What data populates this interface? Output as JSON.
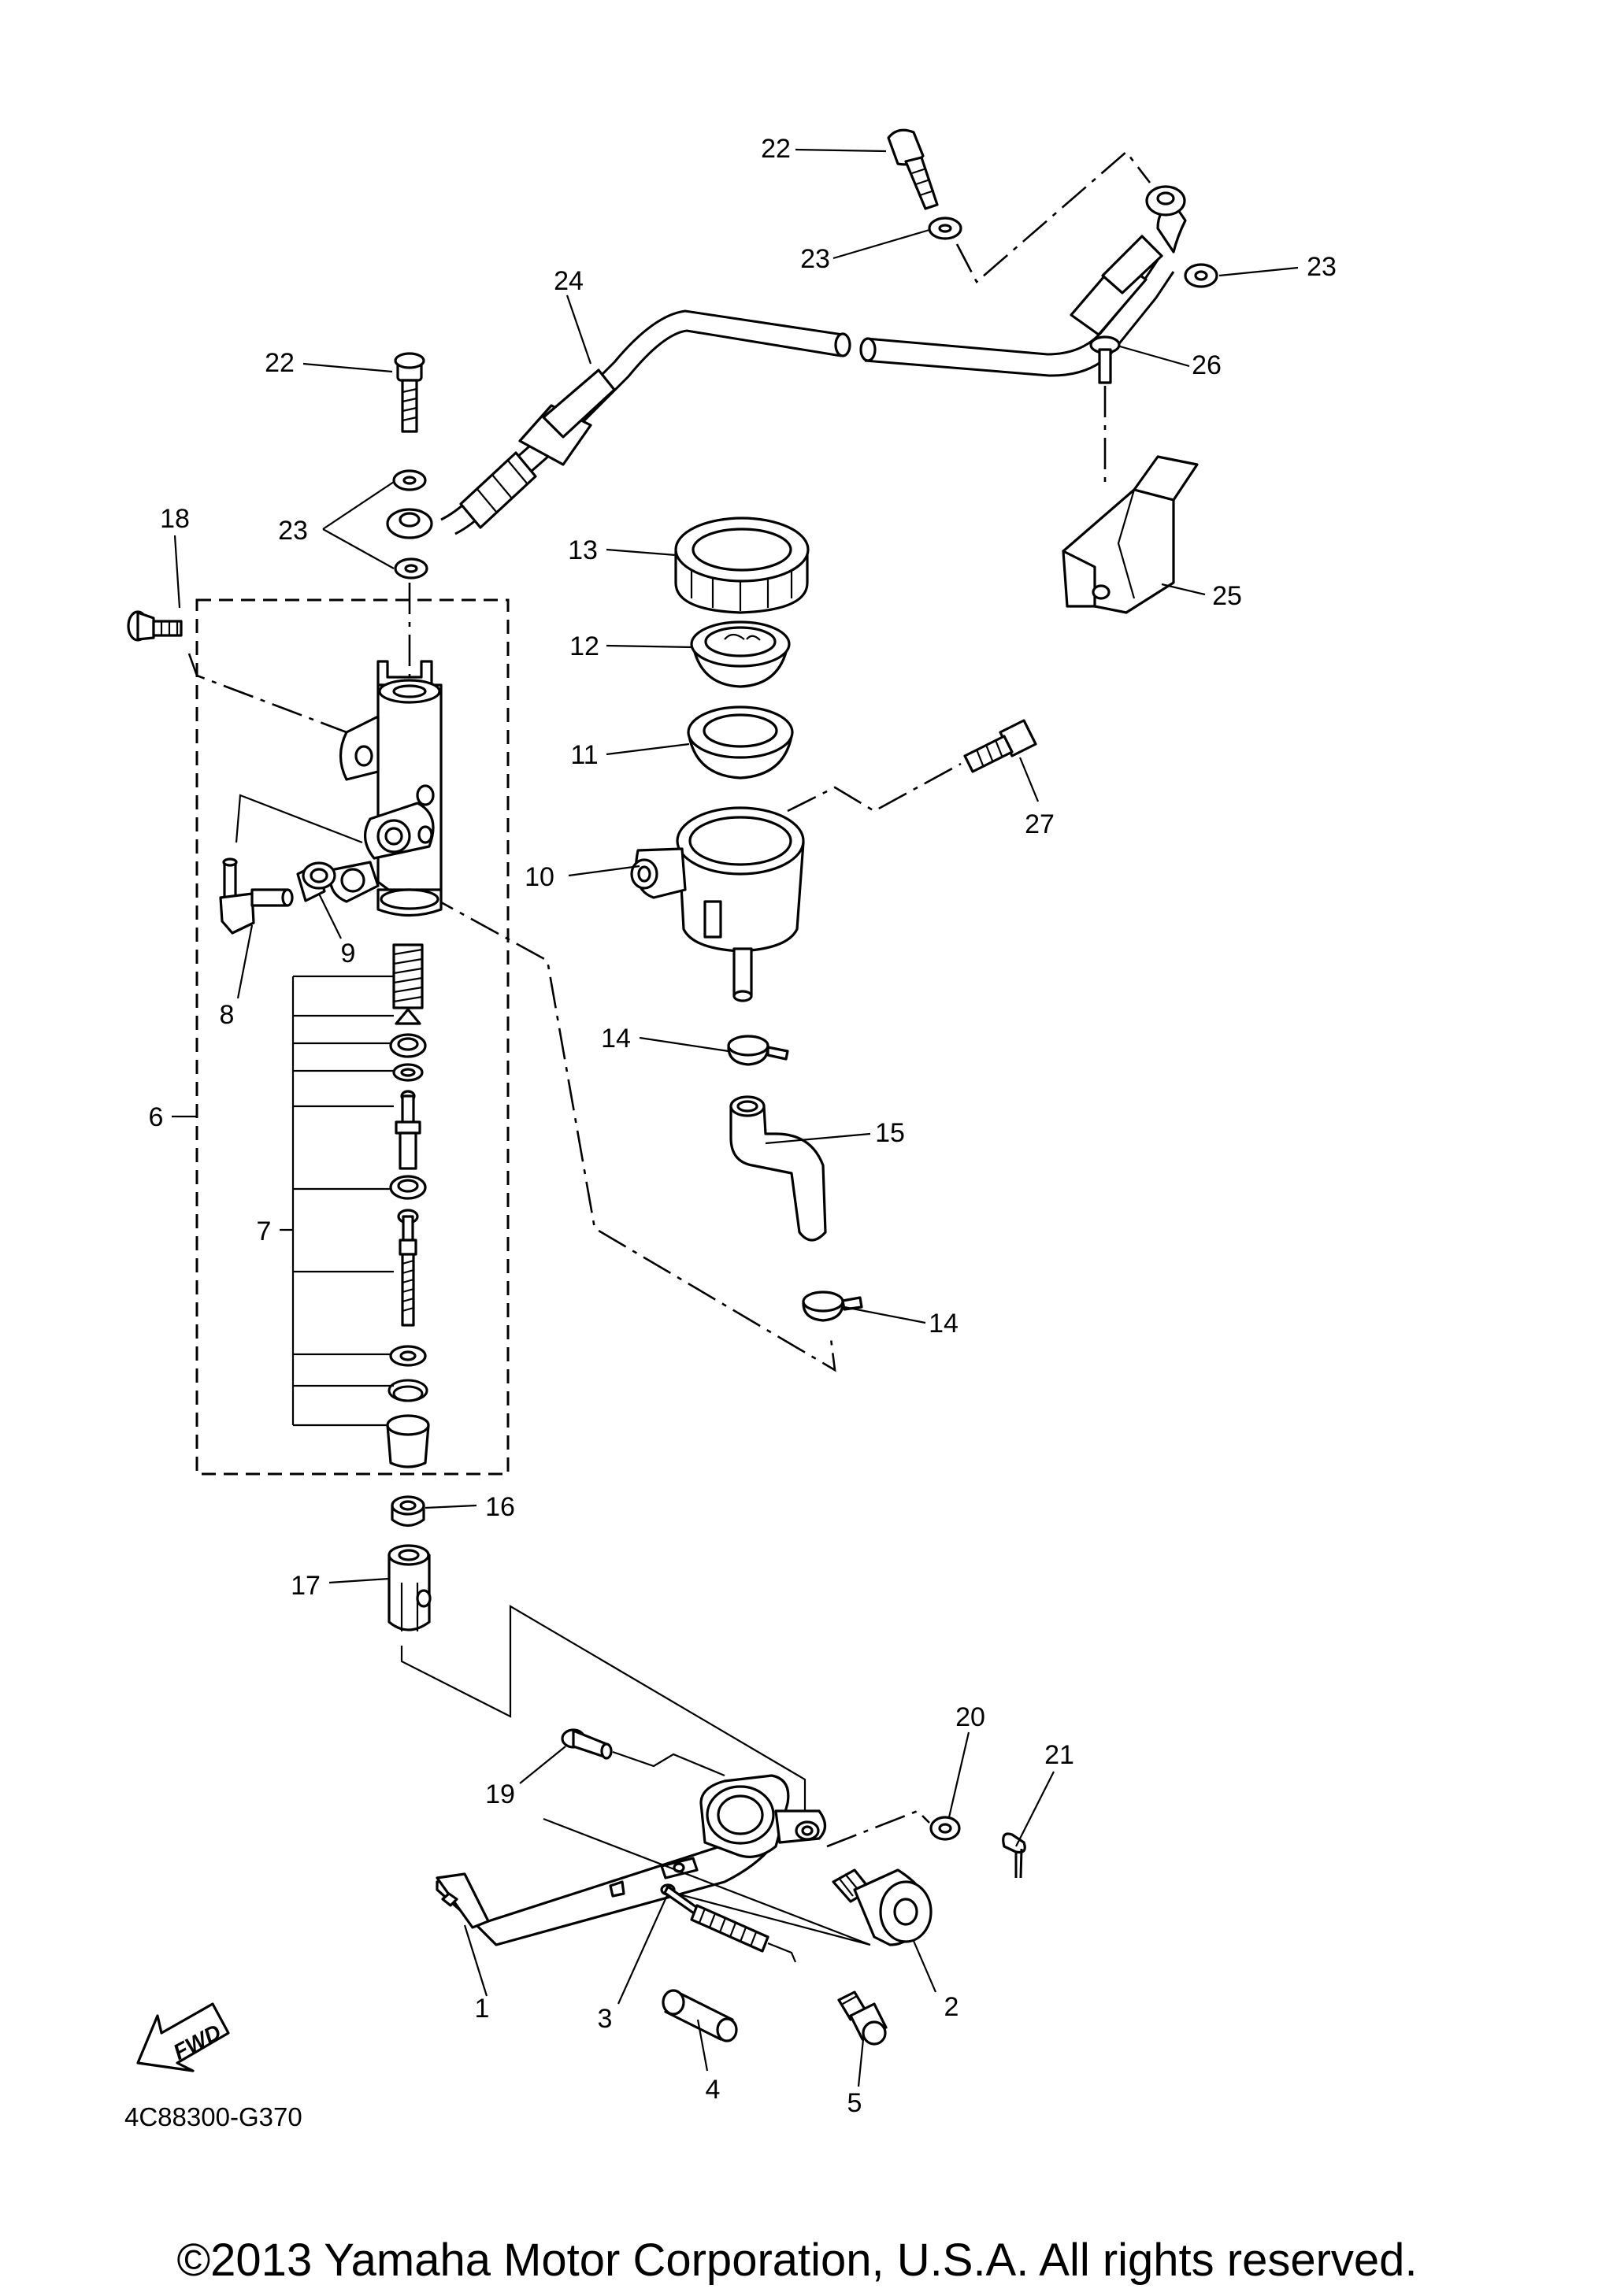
{
  "diagram": {
    "code": "4C88300-G370",
    "copyright": "©2013 Yamaha Motor Corporation, U.S.A. All rights reserved.",
    "fwd_label": "FWD",
    "labels": [
      {
        "id": "l1",
        "text": "1"
      },
      {
        "id": "l2",
        "text": "2"
      },
      {
        "id": "l3",
        "text": "3"
      },
      {
        "id": "l4",
        "text": "4"
      },
      {
        "id": "l5",
        "text": "5"
      },
      {
        "id": "l6",
        "text": "6"
      },
      {
        "id": "l7",
        "text": "7"
      },
      {
        "id": "l8",
        "text": "8"
      },
      {
        "id": "l9",
        "text": "9"
      },
      {
        "id": "l10",
        "text": "10"
      },
      {
        "id": "l11",
        "text": "11"
      },
      {
        "id": "l12",
        "text": "12"
      },
      {
        "id": "l13",
        "text": "13"
      },
      {
        "id": "l14a",
        "text": "14"
      },
      {
        "id": "l14b",
        "text": "14"
      },
      {
        "id": "l15",
        "text": "15"
      },
      {
        "id": "l16",
        "text": "16"
      },
      {
        "id": "l17",
        "text": "17"
      },
      {
        "id": "l18",
        "text": "18"
      },
      {
        "id": "l19",
        "text": "19"
      },
      {
        "id": "l20",
        "text": "20"
      },
      {
        "id": "l21",
        "text": "21"
      },
      {
        "id": "l22a",
        "text": "22"
      },
      {
        "id": "l22b",
        "text": "22"
      },
      {
        "id": "l23a",
        "text": "23"
      },
      {
        "id": "l23b",
        "text": "23"
      },
      {
        "id": "l23c",
        "text": "23"
      },
      {
        "id": "l24",
        "text": "24"
      },
      {
        "id": "l25",
        "text": "25"
      },
      {
        "id": "l26",
        "text": "26"
      },
      {
        "id": "l27",
        "text": "27"
      }
    ]
  }
}
